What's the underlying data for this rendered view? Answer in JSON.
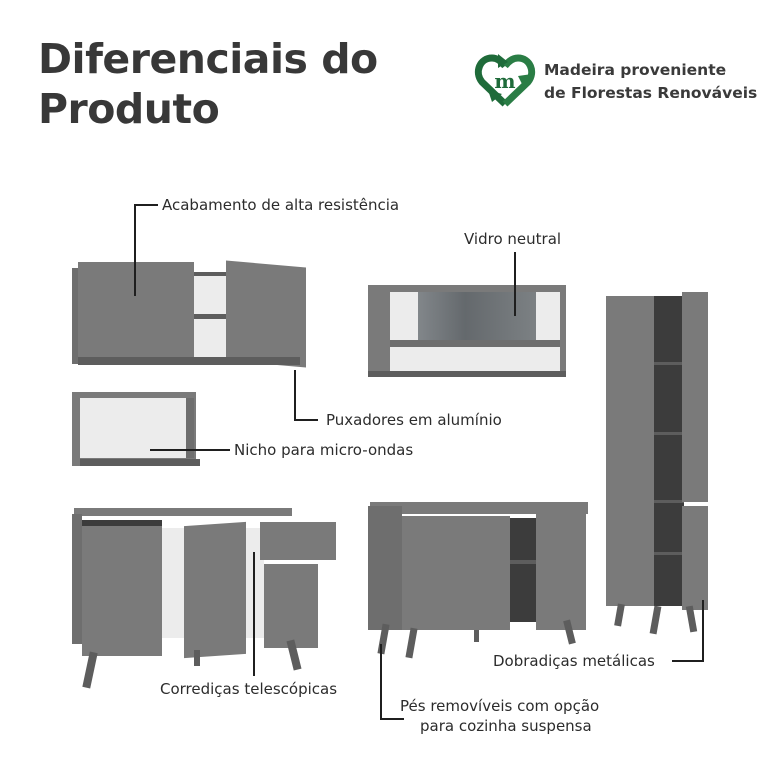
{
  "header": {
    "title_line1": "Diferenciais do",
    "title_line2": "Produto"
  },
  "badge": {
    "icon": "recycle-heart-m-icon",
    "line1": "Madeira proveniente",
    "line2": "de Florestas Renováveis",
    "color": "#1f6b3a"
  },
  "features": [
    {
      "id": "acabamento",
      "label": "Acabamento de alta resistência"
    },
    {
      "id": "vidro",
      "label": "Vidro neutral"
    },
    {
      "id": "puxadores",
      "label": "Puxadores em alumínio"
    },
    {
      "id": "nicho",
      "label": "Nicho para micro-ondas"
    },
    {
      "id": "corredicas",
      "label": "Corrediças telescópicas"
    },
    {
      "id": "dobradicas",
      "label": "Dobradiças metálicas"
    },
    {
      "id": "pes_line1",
      "label": "Pés removíveis com opção"
    },
    {
      "id": "pes_line2",
      "label": "para cozinha suspensa"
    }
  ],
  "colors": {
    "furniture": "#7a7a7a",
    "interior": "#ececec",
    "callout_line": "#1f1f1f"
  }
}
